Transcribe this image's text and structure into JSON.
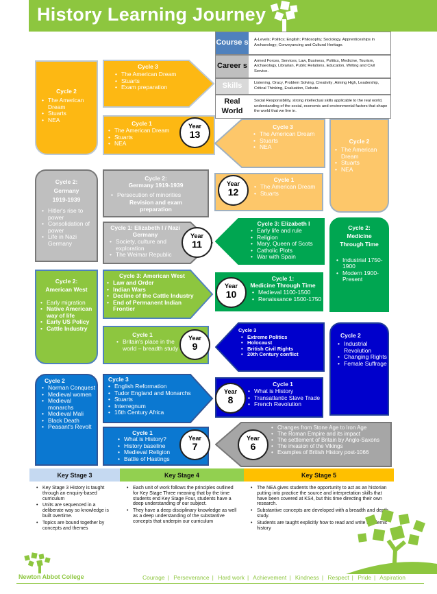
{
  "header": {
    "title": "History Learning Journey"
  },
  "info_panel": [
    {
      "label": "Course s",
      "text": "A-Levels; Politics; English; Philosophy; Sociology. Apprenticeships in Archaeology; Conveyancing and Cultural Heritage.",
      "bg": "#4f81bd",
      "fg": "#ffffff"
    },
    {
      "label": "Career s",
      "text": "Armed Forces, Services, Law, Business, Politics, Medicine, Tourism, Archaeology, Librarian, Public Relations, Education, Writing and Civil Service.",
      "bg": "#bfbfbf",
      "fg": "#111111"
    },
    {
      "label": "Skills",
      "text": "Listening, Oracy, Problem Solving, Creativity ,Aiming High, Leadership, Critical Thinking, Evaluation, Debate.",
      "bg": "#d9d9d9",
      "fg": "#ffffff"
    },
    {
      "label": "Real World",
      "text": "Social Responsibility, strong intellectual skills applicable to the real world, understanding of the social, economic and environmental factors that shape the world that we live in.",
      "bg": "#ffffff",
      "fg": "#111111"
    }
  ],
  "years": {
    "y13": {
      "word": "Year",
      "num": "13"
    },
    "y12": {
      "word": "Year",
      "num": "12"
    },
    "y11": {
      "word": "Year",
      "num": "11"
    },
    "y10": {
      "word": "Year",
      "num": "10"
    },
    "y9": {
      "word": "Year",
      "num": "9"
    },
    "y8": {
      "word": "Year",
      "num": "8"
    },
    "y7": {
      "word": "Year",
      "num": "7"
    },
    "y6": {
      "word": "Year",
      "num": "6"
    }
  },
  "boxes": {
    "y13_cycle2_left": {
      "title": "Cycle 2",
      "items": [
        "The American Dream",
        "Stuarts",
        "NEA"
      ]
    },
    "y13_cycle3": {
      "title": "Cycle 3",
      "items": [
        "The American Dream",
        "Stuarts",
        "Exam preparation"
      ]
    },
    "y13_cycle1": {
      "title": "Cycle 1",
      "items": [
        "The American Dream",
        "Stuarts",
        "NEA"
      ]
    },
    "y12_cycle3": {
      "title": "Cycle 3",
      "items": [
        "The American Dream",
        "Stuarts",
        "NEA"
      ]
    },
    "y12_cycle2_right": {
      "title": "Cycle 2",
      "items": [
        "The American Dream",
        "Stuarts",
        "NEA"
      ]
    },
    "y12_cycle1": {
      "title": "Cycle 1",
      "items": [
        "The American Dream",
        "Stuarts"
      ]
    },
    "y11_cycle2_left": {
      "title": "Cycle 2:\nGermany\n1919-1939",
      "items": [
        "Hitler's rise to power",
        "Consolidation of power",
        "Life in Nazi Germany"
      ]
    },
    "y11_cycle2": {
      "title": "Cycle 2:\nGermany 1919-1939",
      "items": [
        "Persecution of minorities"
      ],
      "extra": "Revision and exam preparation"
    },
    "y11_cycle1": {
      "title": "Cycle 1: Elizabeth I / Nazi Germany",
      "items": [
        "Society, culture and exploration",
        "The Weimar Republic"
      ]
    },
    "y11_cycle3": {
      "title": "Cycle 3: Elizabeth I",
      "items": [
        "Early life and rule",
        "Religion",
        "Mary, Queen of Scots",
        "Catholic Plots",
        "War with Spain"
      ]
    },
    "y11_cycle2_right": {
      "title": "Cycle 2:\nMedicine\nThrough Time",
      "items": [
        "Industrial 1750-1900",
        "Modern 1900-Present"
      ]
    },
    "y10_cycle2_left": {
      "title": "Cycle 2:\nAmerican West",
      "items": [
        "Early migration",
        "Native American way of life",
        "Early US Policy",
        "Cattle Industry"
      ]
    },
    "y10_cycle3": {
      "title": "Cycle 3: American West",
      "items": [
        "Law and Order",
        "Indian Wars",
        "Decline of the Cattle Industry",
        "End of Permanent Indian Frontier"
      ]
    },
    "y10_cycle1": {
      "title": "Cycle 1:\nMedicine Through Time",
      "items": [
        "Medieval 1100-1500",
        "Renaissance 1500-1750"
      ]
    },
    "y9_cycle1": {
      "title": "Cycle 1",
      "items": [
        "Britain's place in the world – breadth study"
      ]
    },
    "y9_cycle3": {
      "title": "Cycle 3",
      "items": [
        "Extreme Politics",
        "Holocaust",
        "British Civil Rights",
        "20th Century conflict"
      ]
    },
    "y9_cycle2_right": {
      "title": "Cycle 2",
      "items": [
        "Industrial Revolution",
        "Changing Rights",
        "Female Suffrage"
      ]
    },
    "y8_cycle2_left": {
      "title": "Cycle 2",
      "items": [
        "Norman Conquest",
        "Medieval women",
        "Medieval monarchs",
        "Medieval Mali",
        "Black Death",
        "Peasant's Revolt"
      ]
    },
    "y8_cycle3": {
      "title": "Cycle 3",
      "items": [
        "English Reformation",
        "Tudor England and Monarchs",
        "Stuarts",
        "Interregnum",
        "16th Century Africa"
      ]
    },
    "y8_cycle1": {
      "title": "Cycle 1",
      "items": [
        "What is History",
        "Transatlantic Slave Trade",
        "French Revolution"
      ]
    },
    "y7_cycle1": {
      "title": "Cycle 1",
      "items": [
        "What is History?",
        "History baseline",
        "Medieval Religion",
        "Battle of Hastings"
      ]
    },
    "y6": {
      "items": [
        "Changes from Stone Age to Iron Age",
        "The Roman Empire and its impact",
        "The settlement of Britain by Anglo-Saxons",
        "The invasion of the Vikings",
        "Examples of British History post-1066"
      ]
    }
  },
  "key_stages": [
    {
      "title": "Key Stage 3",
      "color": "#c5d9f1",
      "items": [
        "Key Stage 3 History is taught through an enquiry-based curriculum",
        "Units are sequenced in a deliberate way so knowledge is built overtime.",
        "Topics are bound together by concepts and themes"
      ]
    },
    {
      "title": "Key Stage 4",
      "color": "#92d050",
      "items": [
        "Each unit of work follows the principles outlined for Key Stage Three meaning that by the time students end Key Stage Four, students have a deep understanding of our subject.",
        "They have a deep disciplinary knowledge as well as a deep understanding of the substantive concepts that underpin our curriculum"
      ]
    },
    {
      "title": "Key Stage 5",
      "color": "#ffc000",
      "items": [
        "The NEA gives students the opportunity to act as an historian putting into practice the source and interpretation skills that have been covered at KS4, but this time directing their own research.",
        "Substantive concepts are developed with a breadth and depth study.",
        "Students are taught explicitly how to read and write academic history"
      ]
    }
  ],
  "footer": {
    "logo_text": "Newton Abbot College",
    "values": [
      "Courage",
      "Perseverance",
      "Hard work",
      "Achievement",
      "Kindness",
      "Respect",
      "Pride",
      "Aspiration"
    ]
  }
}
